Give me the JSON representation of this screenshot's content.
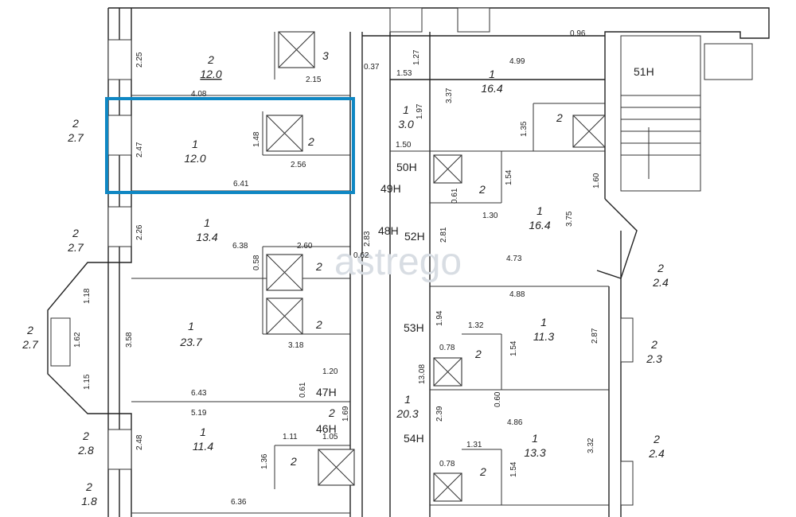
{
  "watermark": "astrego",
  "highlight": {
    "color": "#0f87c3",
    "room_area": "12.0"
  },
  "stair_label": "51Н",
  "zones": [
    "49Н",
    "50Н",
    "48Н",
    "52Н",
    "53Н",
    "54Н",
    "47Н",
    "46Н"
  ],
  "rooms": [
    {
      "num": "2",
      "area": "12.0"
    },
    {
      "num": "1",
      "area": "12.0"
    },
    {
      "num": "1",
      "area": "13.4"
    },
    {
      "num": "1",
      "area": "23.7"
    },
    {
      "num": "1",
      "area": "11.4"
    },
    {
      "num": "1",
      "area": "16.4"
    },
    {
      "num": "1",
      "area": "3.0"
    },
    {
      "num": "1",
      "area": "16.4"
    },
    {
      "num": "1",
      "area": "11.3"
    },
    {
      "num": "1",
      "area": "20.3"
    },
    {
      "num": "1",
      "area": "13.3"
    },
    {
      "num": "2",
      "area": "2.7"
    },
    {
      "num": "2",
      "area": "2.7"
    },
    {
      "num": "2",
      "area": "2.7"
    },
    {
      "num": "2",
      "area": "2.8"
    },
    {
      "num": "2",
      "area": "1.8"
    },
    {
      "num": "2",
      "area": "2.4"
    },
    {
      "num": "2",
      "area": "2.3"
    },
    {
      "num": "2",
      "area": "2.4"
    }
  ],
  "wet_labels": [
    "3",
    "2",
    "2",
    "2",
    "2",
    "2",
    "2",
    "2",
    "2",
    "2"
  ],
  "dims": [
    "2.25",
    "2.15",
    "4.08",
    "2.47",
    "1.48",
    "2.56",
    "6.41",
    "2.26",
    "6.38",
    "2.60",
    "0.58",
    "3.58",
    "1.62",
    "1.18",
    "1.15",
    "3.18",
    "6.43",
    "0.61",
    "1.20",
    "1.69",
    "5.19",
    "2.48",
    "1.11",
    "1.05",
    "1.36",
    "6.36",
    "0.37",
    "1.27",
    "1.53",
    "4.99",
    "0.96",
    "3.37",
    "1.97",
    "1.50",
    "1.35",
    "1.60",
    "0.61",
    "1.54",
    "1.30",
    "3.75",
    "2.83",
    "0.62",
    "2.81",
    "4.73",
    "4.88",
    "1.94",
    "1.32",
    "0.78",
    "1.54",
    "2.87",
    "13.08",
    "0.60",
    "2.39",
    "4.86",
    "1.31",
    "0.78",
    "1.54",
    "3.32"
  ]
}
